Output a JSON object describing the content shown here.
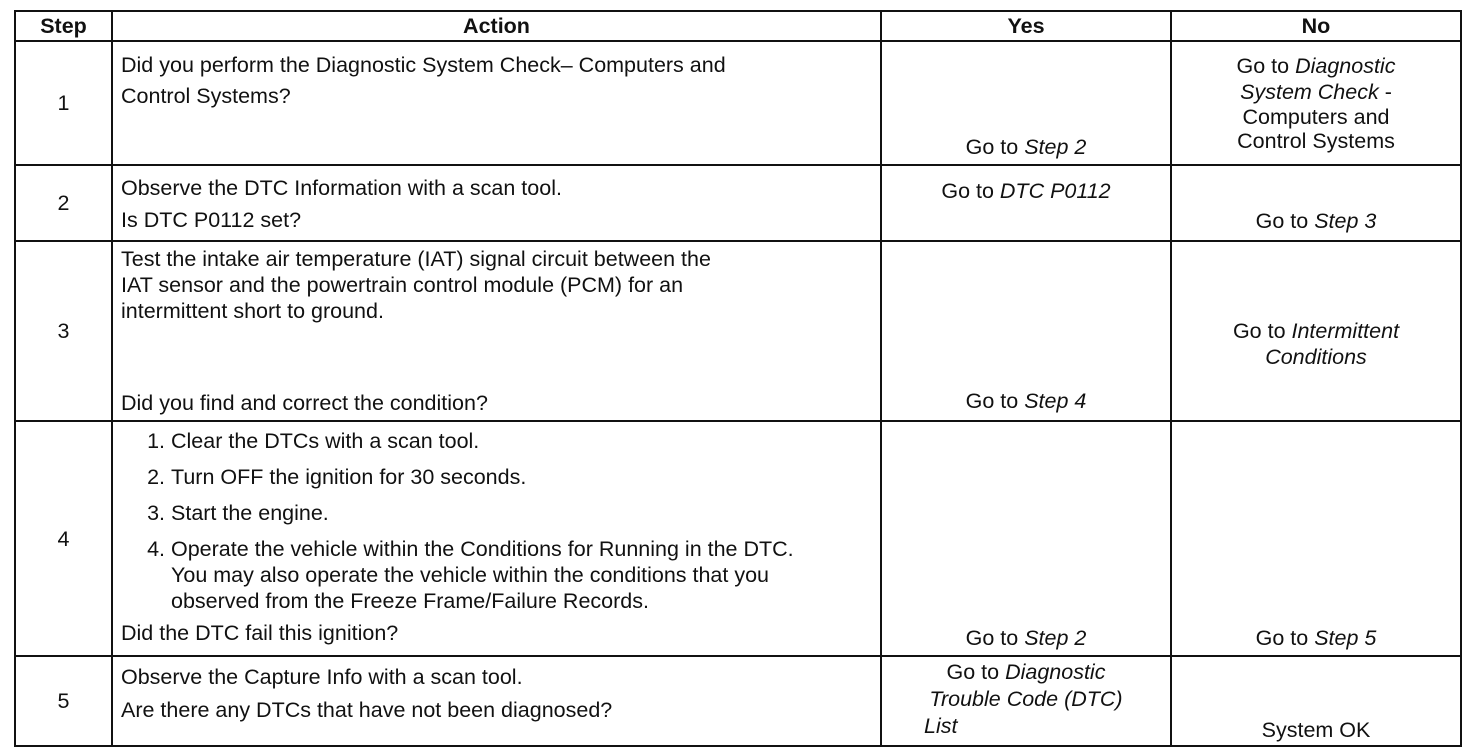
{
  "headers": {
    "step": "Step",
    "action": "Action",
    "yes": "Yes",
    "no": "No"
  },
  "rows": [
    {
      "step": "1",
      "action_lines": [
        "Did you perform the Diagnostic System Check– Computers and",
        "Control Systems?"
      ],
      "yes_prefix": "Go to ",
      "yes_ref": "Step 2",
      "no_prefix": "Go to ",
      "no_ref_line1": "Diagnostic",
      "no_ref_line2": "System Check",
      "no_suffix": " -",
      "no_line3": "Computers and",
      "no_line4": "Control Systems"
    },
    {
      "step": "2",
      "action_lines": [
        "Observe the DTC Information with a scan tool.",
        "Is DTC P0112 set?"
      ],
      "yes_prefix": "Go to ",
      "yes_ref": "DTC P0112",
      "no_prefix": "Go to ",
      "no_ref": "Step 3"
    },
    {
      "step": "3",
      "action_lines": [
        "Test the intake air temperature (IAT) signal circuit between the",
        "IAT sensor and the powertrain control module (PCM) for an",
        "intermittent short to ground.",
        "Did you find and correct the condition?"
      ],
      "yes_prefix": "Go to ",
      "yes_ref": "Step 4",
      "no_prefix": "Go to ",
      "no_ref_line1": "Intermittent",
      "no_ref_line2": "Conditions"
    },
    {
      "step": "4",
      "list": [
        "Clear the DTCs with a scan tool.",
        "Turn OFF the ignition for 30 seconds.",
        "Start the engine.",
        "Operate the vehicle within the Conditions for Running in the DTC. You may also operate the vehicle within the conditions that you observed from the Freeze Frame/Failure Records."
      ],
      "question": "Did the DTC fail this ignition?",
      "yes_prefix": "Go to ",
      "yes_ref": "Step 2",
      "no_prefix": "Go to ",
      "no_ref": "Step 5"
    },
    {
      "step": "5",
      "action_lines": [
        "Observe the Capture Info with a scan tool.",
        "Are there any DTCs that have not been diagnosed?"
      ],
      "yes_prefix": "Go to ",
      "yes_ref_line1": "Diagnostic",
      "yes_ref_line2": "Trouble Code (DTC)",
      "yes_ref_line3": "List",
      "no_text": "System OK"
    }
  ]
}
